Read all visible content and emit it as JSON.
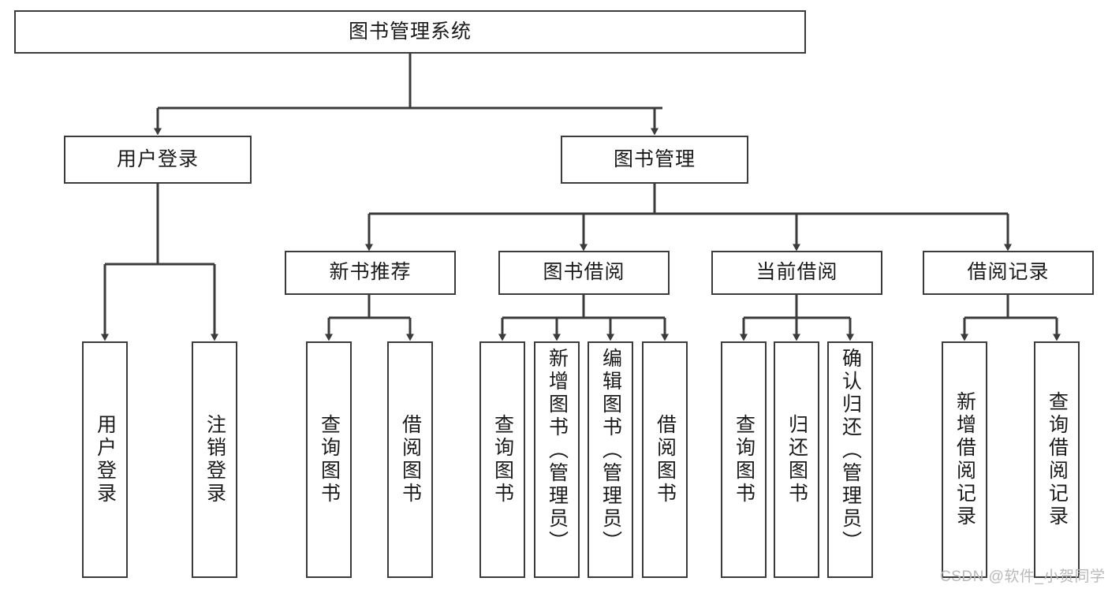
{
  "diagram": {
    "title": "图书管理系统",
    "type": "tree-hierarchy",
    "root": {
      "label": "图书管理系统"
    },
    "level1": [
      {
        "label": "用户登录"
      },
      {
        "label": "图书管理"
      }
    ],
    "level2": [
      {
        "label": "新书推荐"
      },
      {
        "label": "图书借阅"
      },
      {
        "label": "当前借阅"
      },
      {
        "label": "借阅记录"
      }
    ],
    "leaves": {
      "user_login": [
        {
          "label": "用户登录"
        },
        {
          "label": "注销登录"
        }
      ],
      "new_book_recommend": [
        {
          "label": "查询图书"
        },
        {
          "label": "借阅图书"
        }
      ],
      "book_borrow": [
        {
          "label": "查询图书"
        },
        {
          "label": "新增图书（管理员）"
        },
        {
          "label": "编辑图书（管理员）"
        },
        {
          "label": "借阅图书"
        }
      ],
      "current_borrow": [
        {
          "label": "查询图书"
        },
        {
          "label": "归还图书"
        },
        {
          "label": "确认归还（管理员）"
        }
      ],
      "borrow_record": [
        {
          "label": "新增借阅记录"
        },
        {
          "label": "查询借阅记录"
        }
      ]
    }
  },
  "watermark": {
    "text": "CSDN @软件_小贺同学"
  },
  "colors": {
    "stroke": "#3b3b3b",
    "fill": "#ffffff",
    "text": "#1a1a1a",
    "watermark": "#b9b9b9"
  }
}
